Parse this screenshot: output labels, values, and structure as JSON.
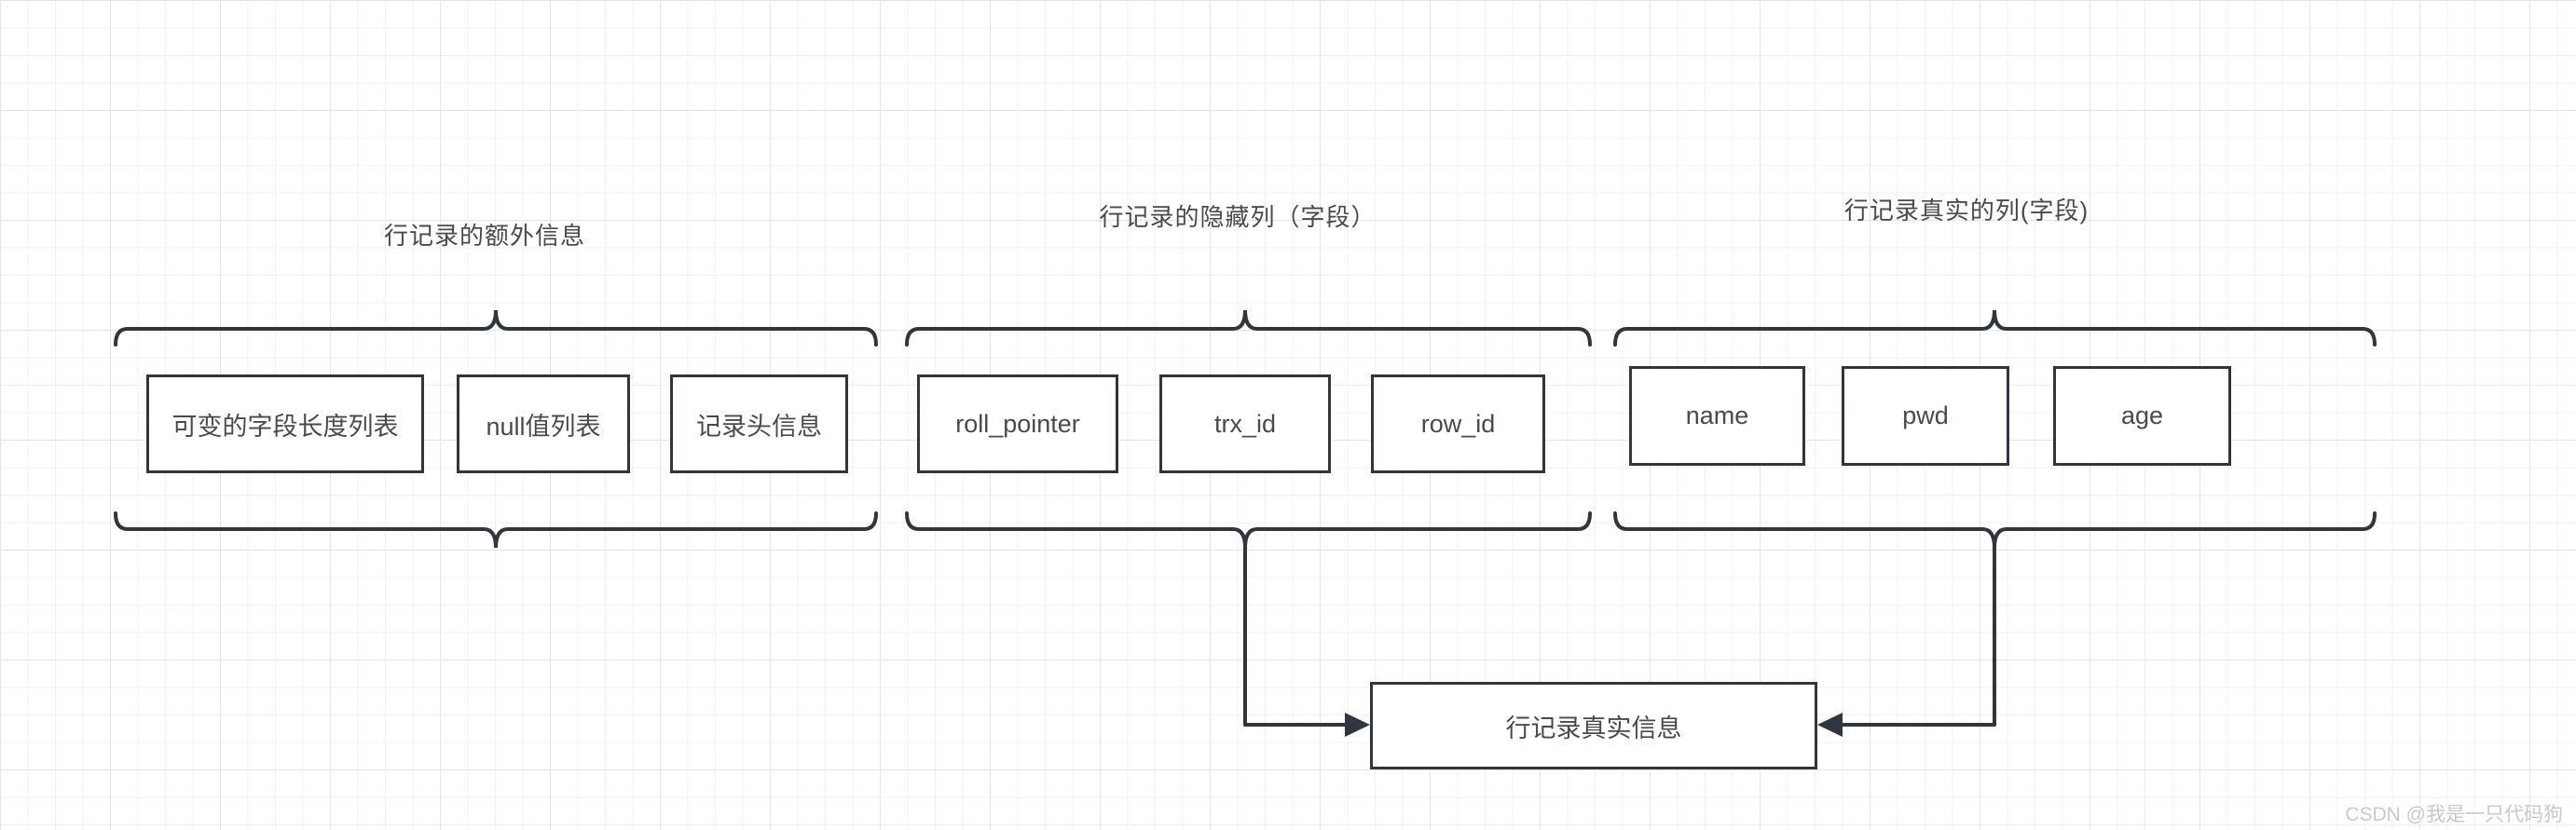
{
  "diagram": {
    "groups": [
      {
        "caption": "行记录的额外信息",
        "boxes": [
          "可变的字段长度列表",
          "null值列表",
          "记录头信息"
        ]
      },
      {
        "caption": "行记录的隐藏列（字段）",
        "boxes": [
          "roll_pointer",
          "trx_id",
          "row_id"
        ]
      },
      {
        "caption": "行记录真实的列(字段)",
        "boxes": [
          "name",
          "pwd",
          "age"
        ]
      }
    ],
    "result_box_label": "行记录真实信息"
  },
  "watermark": "CSDN @我是一只代码狗",
  "colors": {
    "line": "#2f3640",
    "text": "#4a4a4a",
    "grid_minor": "#f1f1f4",
    "grid_major": "#e3e3e8",
    "background": "#ffffff",
    "watermark": "#c9c9c9"
  }
}
